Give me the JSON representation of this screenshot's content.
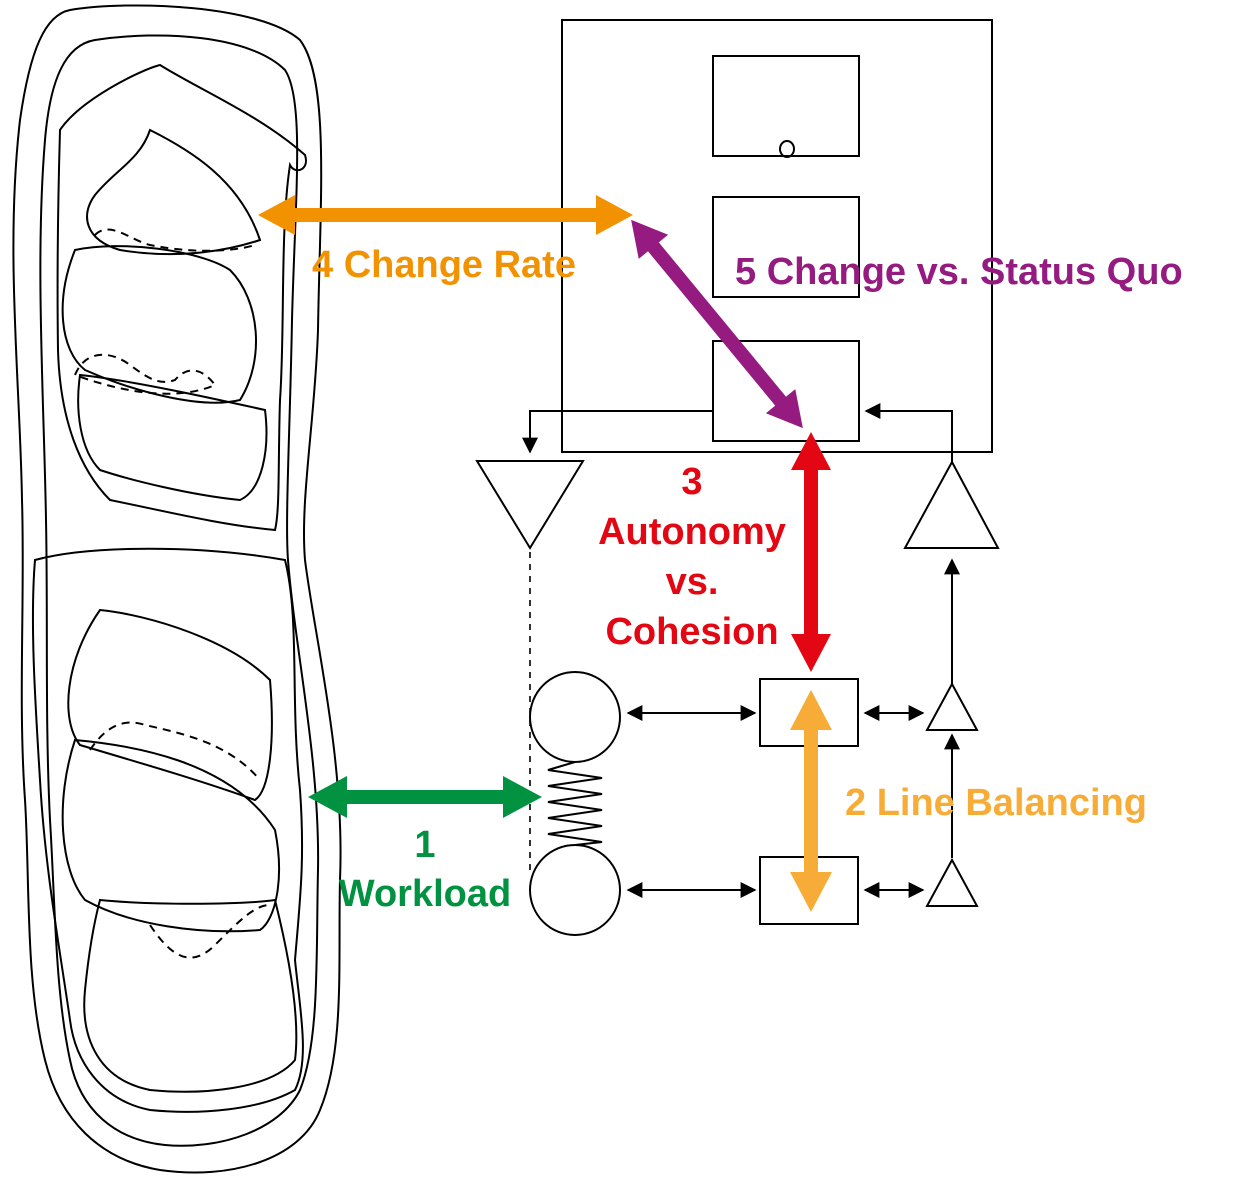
{
  "colors": {
    "change_rate": "#f39200",
    "line_balancing": "#f7ac37",
    "autonomy_cohesion": "#e30613",
    "workload": "#009240",
    "change_status_quo": "#951b81",
    "outline": "#000000"
  },
  "labels": {
    "change_rate": "4 Change Rate",
    "change_status_quo": "5 Change vs. Status Quo",
    "autonomy_number": "3",
    "autonomy_word": "Autonomy",
    "autonomy_vs": "vs.",
    "cohesion_word": "Cohesion",
    "line_balancing": "2 Line Balancing",
    "workload_number": "1",
    "workload_word": "Workload"
  }
}
